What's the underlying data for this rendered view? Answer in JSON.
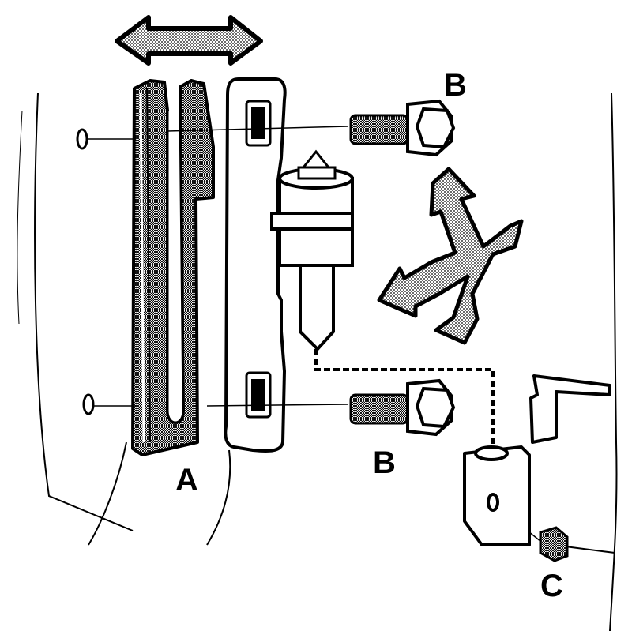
{
  "labels": {
    "a": "A",
    "b_top": "B",
    "b_bottom": "B",
    "c": "C"
  },
  "colors": {
    "ink": "#000000",
    "paper": "#ffffff",
    "stipple": "#9a9a9a"
  }
}
